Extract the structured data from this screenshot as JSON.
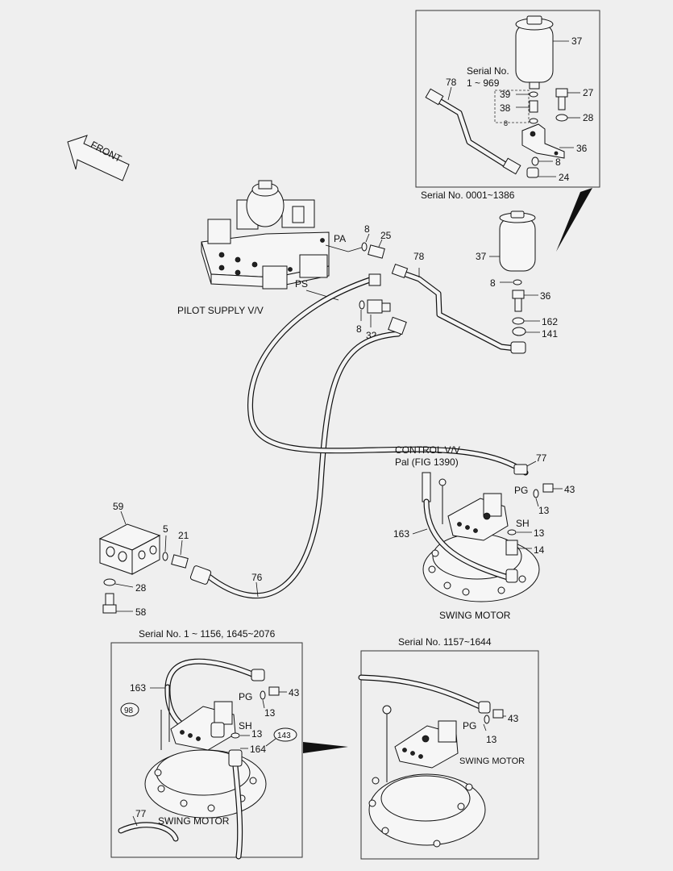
{
  "labels": {
    "front": "FRONT",
    "pilot_supply": "PILOT SUPPLY V/V",
    "pa": "PA",
    "ps": "PS",
    "pg": "PG",
    "sh": "SH",
    "control_vv": "CONTROL V/V",
    "pal_fig": "Pal (FIG 1390)",
    "swing_motor": "SWING MOTOR",
    "serial_no": "Serial No.",
    "serial_1_969": "1 ~ 969",
    "serial_0001_1386": "Serial No. 0001~1386",
    "serial_1_1156": "Serial No. 1 ~ 1156, 1645~2076",
    "serial_1157_1644": "Serial No. 1157~1644"
  },
  "part_numbers": {
    "p37": "37",
    "p78": "78",
    "p39": "39",
    "p38": "38",
    "p8": "8",
    "p27": "27",
    "p28": "28",
    "p36": "36",
    "p24": "24",
    "p25": "25",
    "p32": "32",
    "p162": "162",
    "p141": "141",
    "p77": "77",
    "p43": "43",
    "p13": "13",
    "p14": "14",
    "p163": "163",
    "p59": "59",
    "p5": "5",
    "p21": "21",
    "p58": "58",
    "p76": "76",
    "p98": "98",
    "p143": "143",
    "p164": "164"
  }
}
